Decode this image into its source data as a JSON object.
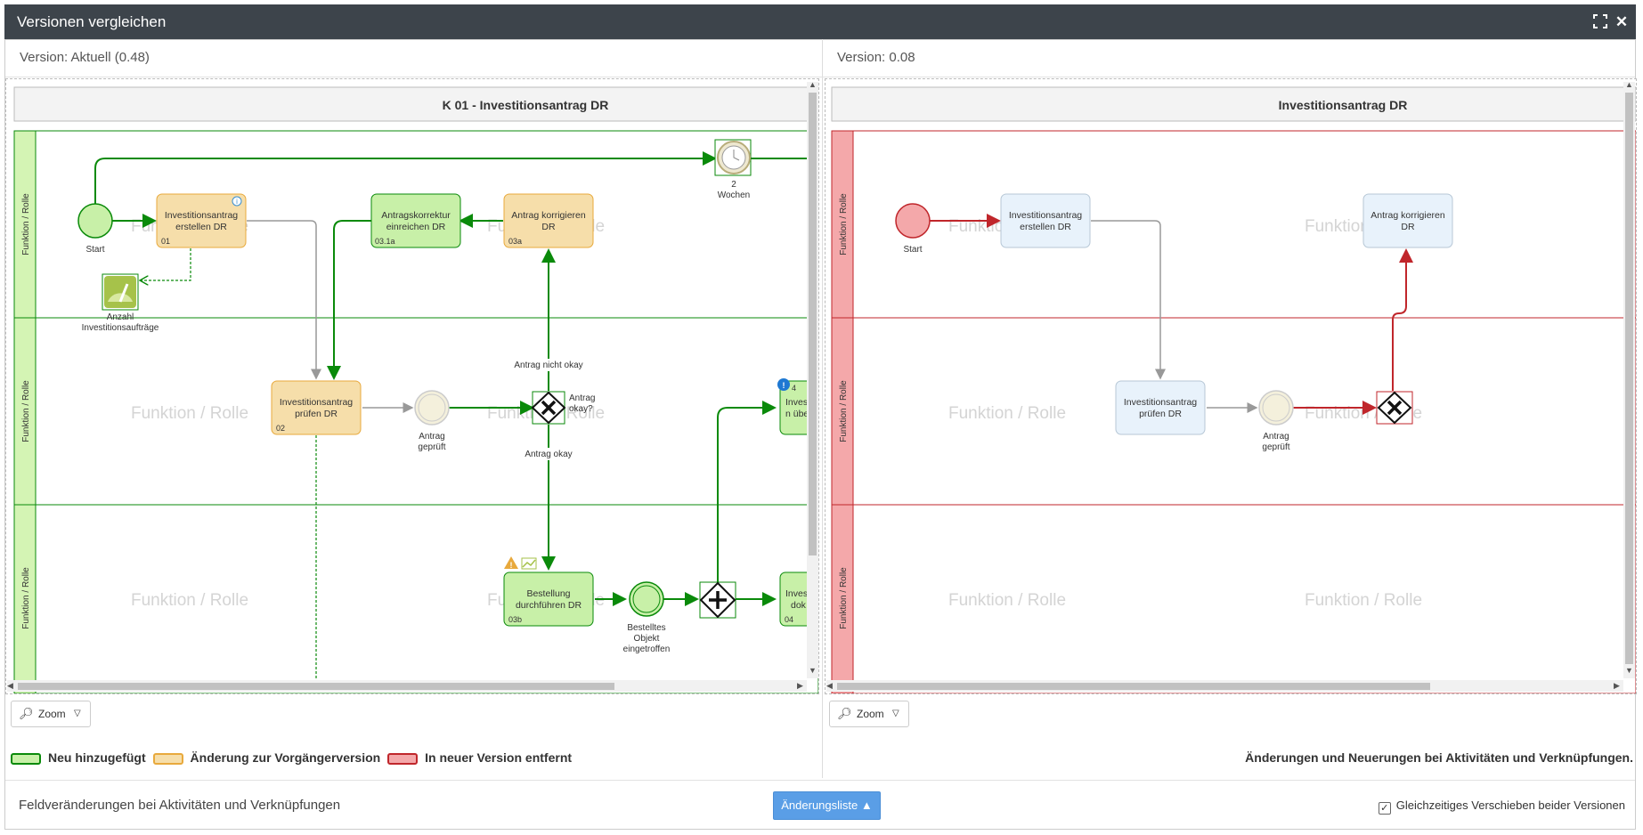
{
  "window": {
    "title": "Versionen vergleichen",
    "maximize_icon": "expand-icon",
    "close_icon": "close-icon"
  },
  "left": {
    "version_label": "Version: Aktuell (0.48)",
    "diagram_title": "K 01 - Investitionsantrag DR",
    "lane_labels": [
      "Funktion / Rolle",
      "Funktion / Rolle",
      "Funktion / Rolle"
    ],
    "watermark": "Funktion / Rolle",
    "tasks": [
      {
        "label1": "Investitionsantrag",
        "label2": "erstellen DR",
        "id": "01"
      },
      {
        "label1": "Antragskorrektur",
        "label2": "einreichen DR",
        "id": "03.1a"
      },
      {
        "label1": "Antrag korrigieren",
        "label2": "DR",
        "id": "03a"
      },
      {
        "label1": "Investitionsantrag",
        "label2": "prüfen DR",
        "id": "02"
      },
      {
        "label1": "Bestellung",
        "label2": "durchführen DR",
        "id": "03b"
      },
      {
        "label1": "Invest",
        "label2": "n übe",
        "id": ""
      },
      {
        "label1": "Inves",
        "label2": "dok",
        "id": "04"
      }
    ],
    "events": {
      "start": "Start",
      "timer1": "2",
      "timer2": "Wochen",
      "kpi1": "Anzahl",
      "kpi2": "Investitionsaufträge",
      "geprueft1": "Antrag",
      "geprueft2": "geprüft",
      "objekt1": "Bestelltes",
      "objekt2": "Objekt",
      "objekt3": "eingetroffen"
    },
    "gateway": {
      "q1": "Antrag",
      "q2": "okay?",
      "not_ok": "Antrag nicht okay",
      "ok": "Antrag okay"
    }
  },
  "right": {
    "version_label": "Version: 0.08",
    "diagram_title": "Investitionsantrag DR",
    "lane_labels": [
      "Funktion / Rolle",
      "Funktion / Rolle",
      "Funktion / Rolle"
    ],
    "watermark": "Funktion / Rolle",
    "tasks": [
      {
        "label1": "Investitionsantrag",
        "label2": "erstellen DR"
      },
      {
        "label1": "Antrag korrigieren",
        "label2": "DR"
      },
      {
        "label1": "Investitionsantrag",
        "label2": "prüfen DR"
      }
    ],
    "events": {
      "start": "Start",
      "geprueft1": "Antrag",
      "geprueft2": "geprüft"
    }
  },
  "zoom": {
    "label": "Zoom"
  },
  "legend": {
    "added": "Neu hinzugefügt",
    "changed": "Änderung zur Vorgängerversion",
    "removed": "In neuer Version entfernt",
    "colors": {
      "added": "#0a8a0a",
      "changed": "#e8a93c",
      "removed": "#c0262b"
    }
  },
  "right_note": "Änderungen und Neuerungen bei Aktivitäten und Verknüpfungen.",
  "footer": {
    "field_changes": "Feldveränderungen bei Aktivitäten und Verknüpfungen",
    "change_list_button": "Änderungsliste ▲",
    "sync_checkbox_label": "Gleichzeitiges Verschieben beider Versionen",
    "sync_checked": true
  }
}
